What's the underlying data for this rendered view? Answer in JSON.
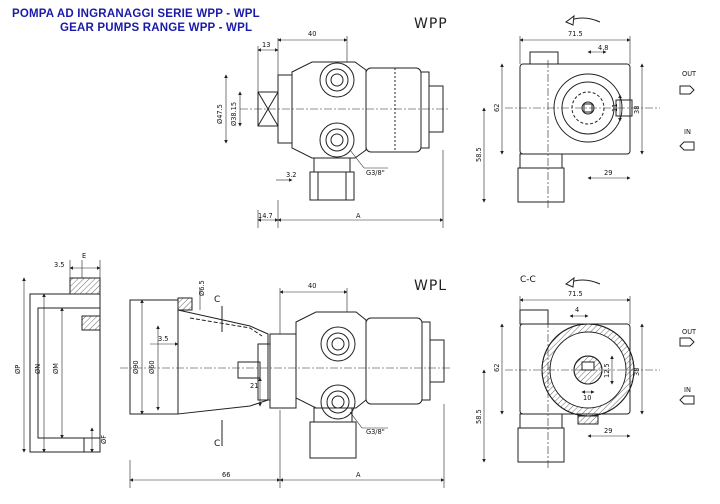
{
  "header": {
    "title_it": "POMPA AD INGRANAGGI   SERIE WPP - WPL",
    "title_en": "GEAR  PUMPS RANGE WPP - WPL"
  },
  "views": {
    "wpp_label": "WPP",
    "wpl_label": "WPL",
    "section_label": "C-C",
    "section_mark": "C"
  },
  "ports": {
    "out": "OUT",
    "in": "IN"
  },
  "dims_wpp": {
    "d40": "40",
    "d13": "13",
    "d47_5": "Ø47.5",
    "d38_15": "Ø38.15",
    "d3_2": "3.2",
    "d14_7": "14.7",
    "a": "A",
    "thread": "G3/8\"",
    "d71_5": "71.5",
    "d4_8": "4.8",
    "d62": "62",
    "d11": "11",
    "d38": "38",
    "d58_5": "58.5",
    "d29": "29"
  },
  "dims_wpl": {
    "e": "E",
    "d3_5a": "3.5",
    "p": "ØP",
    "n": "ØN",
    "m": "ØM",
    "f": "ØF",
    "d6_5": "Ø6.5",
    "d90": "Ø90",
    "d60": "Ø60",
    "d3_5b": "3.5",
    "d21": "21",
    "d40": "40",
    "d66": "66",
    "a": "A",
    "thread": "G3/8\"",
    "d71_5": "71.5",
    "d4": "4",
    "d62": "62",
    "d12_5": "12.5",
    "d10": "10",
    "d38": "38",
    "d58_5": "58.5",
    "d29": "29"
  }
}
